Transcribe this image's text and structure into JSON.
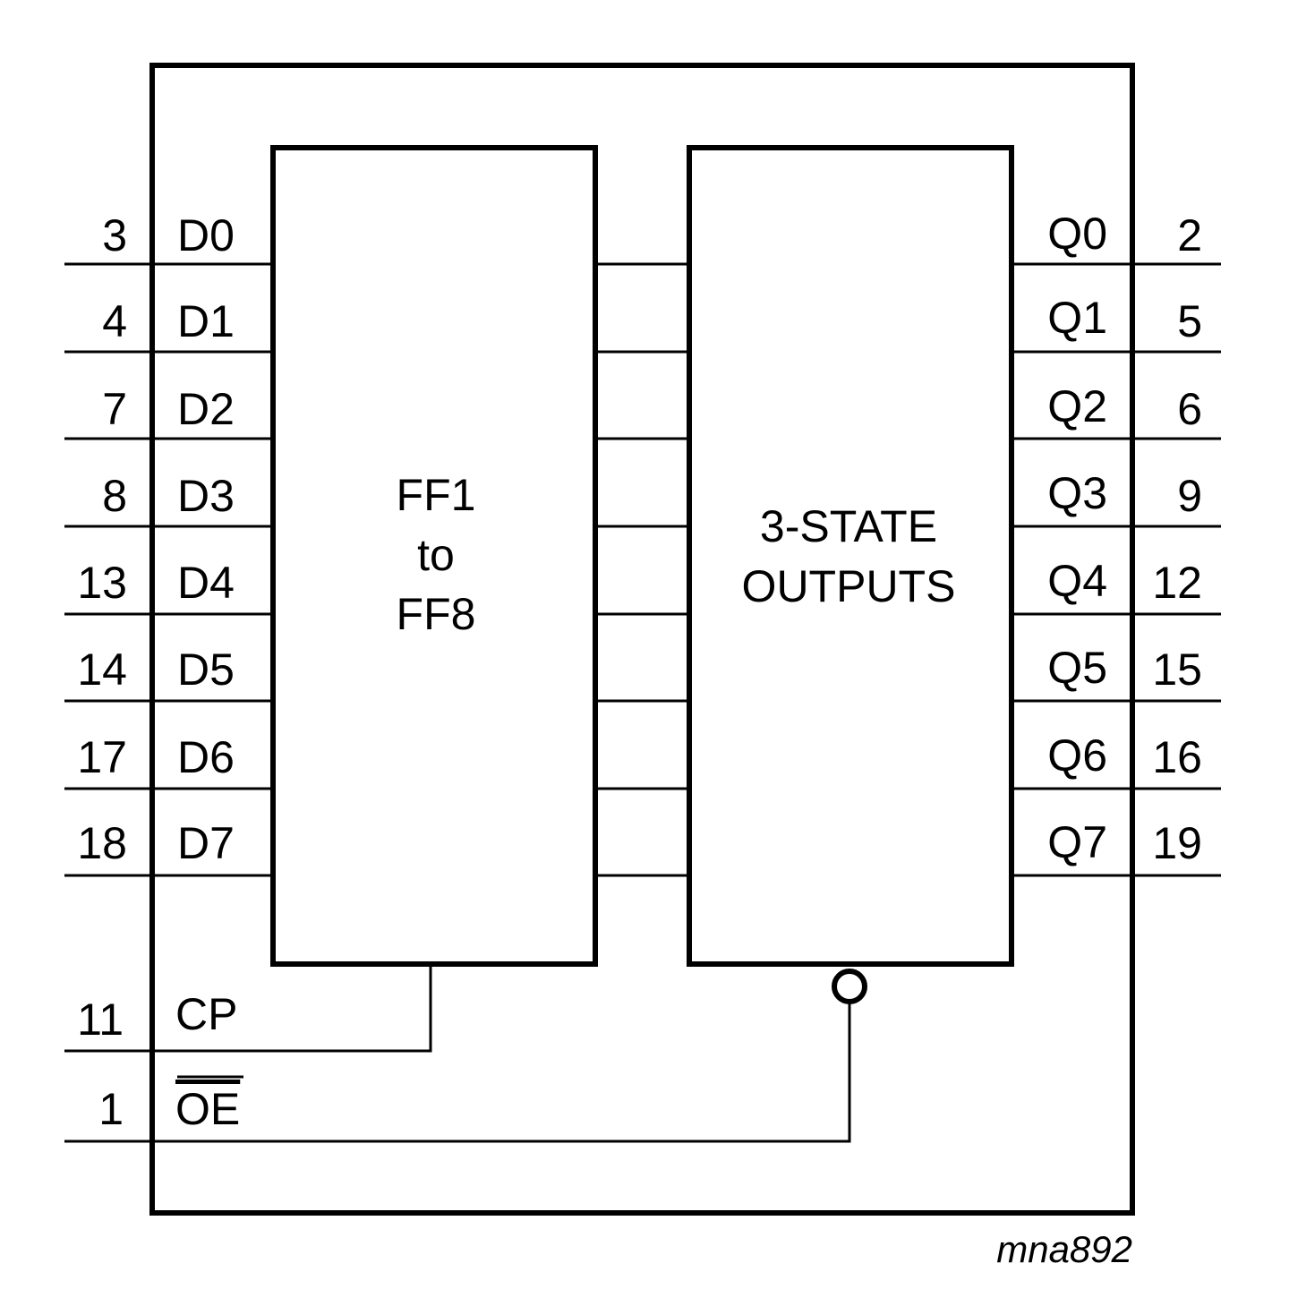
{
  "inputs": [
    {
      "pin": "3",
      "name": "D0"
    },
    {
      "pin": "4",
      "name": "D1"
    },
    {
      "pin": "7",
      "name": "D2"
    },
    {
      "pin": "8",
      "name": "D3"
    },
    {
      "pin": "13",
      "name": "D4"
    },
    {
      "pin": "14",
      "name": "D5"
    },
    {
      "pin": "17",
      "name": "D6"
    },
    {
      "pin": "18",
      "name": "D7"
    }
  ],
  "outputs": [
    {
      "pin": "2",
      "name": "Q0"
    },
    {
      "pin": "5",
      "name": "Q1"
    },
    {
      "pin": "6",
      "name": "Q2"
    },
    {
      "pin": "9",
      "name": "Q3"
    },
    {
      "pin": "12",
      "name": "Q4"
    },
    {
      "pin": "15",
      "name": "Q5"
    },
    {
      "pin": "16",
      "name": "Q6"
    },
    {
      "pin": "19",
      "name": "Q7"
    }
  ],
  "clock": {
    "pin": "11",
    "name": "CP"
  },
  "output_enable": {
    "pin": "1",
    "name": "OE"
  },
  "flipflop_block": {
    "line1": "FF1",
    "line2": "to",
    "line3": "FF8"
  },
  "output_block": {
    "line1": "3-STATE",
    "line2": "OUTPUTS"
  },
  "reference": "mna892"
}
